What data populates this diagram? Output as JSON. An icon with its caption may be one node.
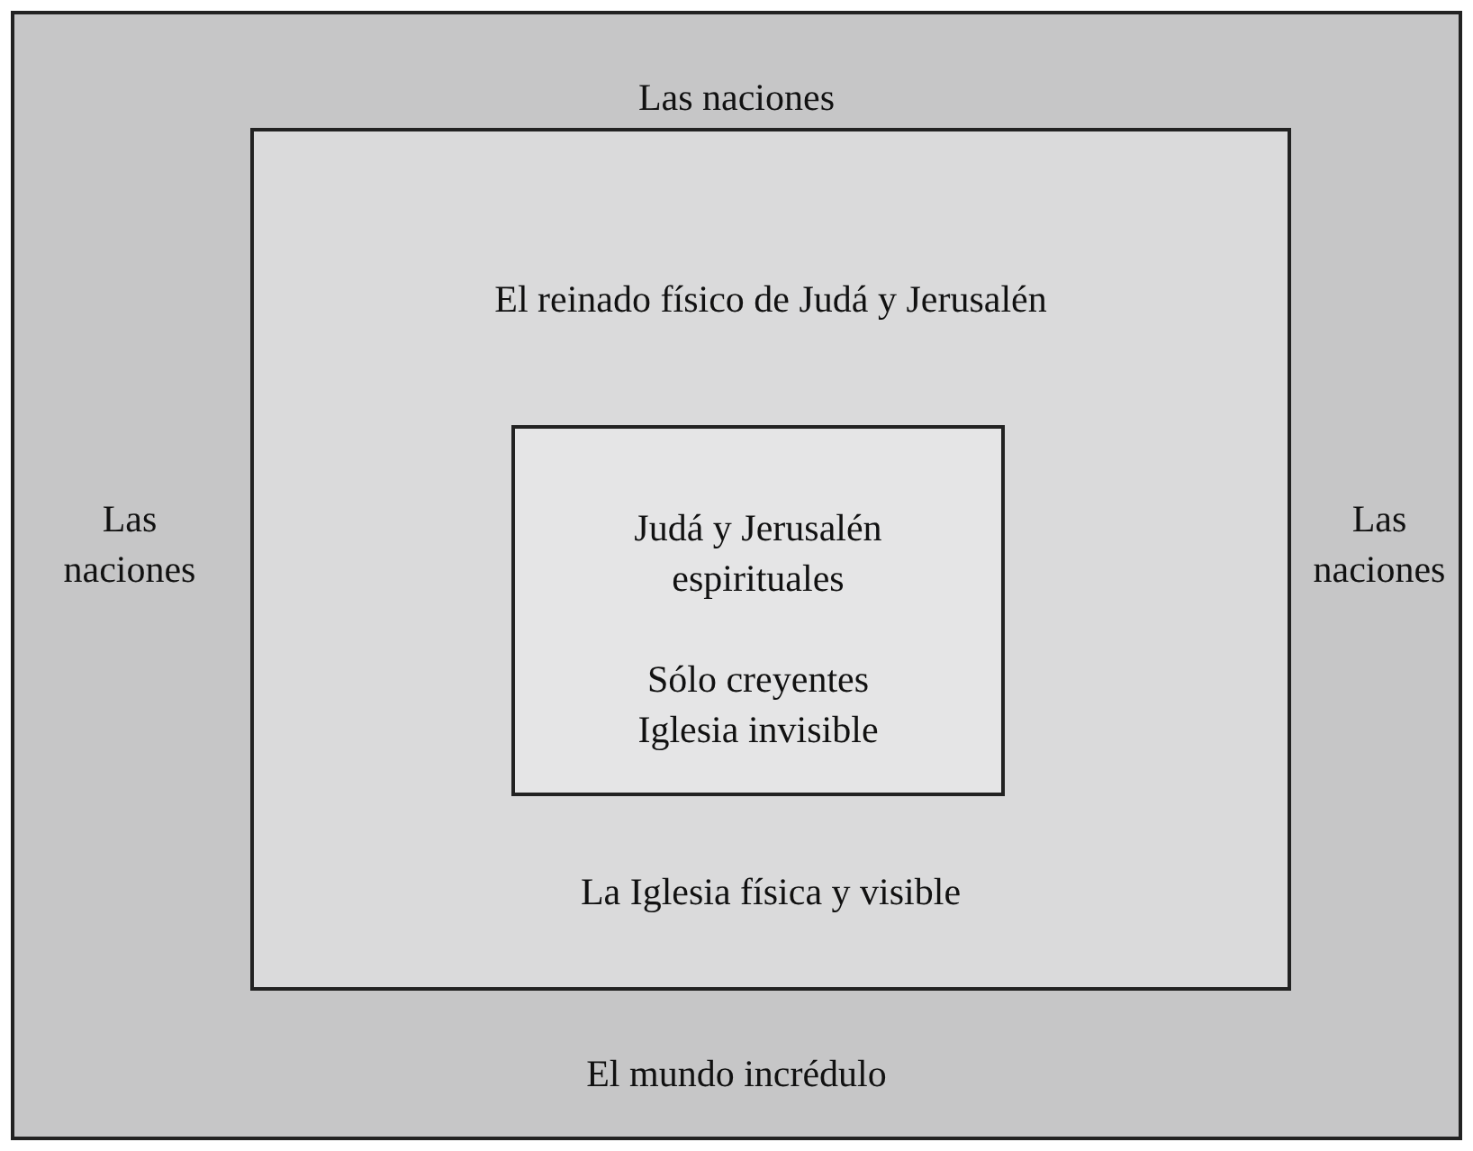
{
  "diagram": {
    "nodes": [
      {
        "text": [
          "Las naciones",
          "Las naciones",
          "Las naciones",
          "El mundo incrédulo"
        ]
      },
      {
        "text": [
          "El reinado físico de Judá y Jerusalén",
          "La Iglesia física y visible"
        ],
        "in": 0
      },
      {
        "text": [
          "Judá y Jerusalén espirituales",
          "Sólo creyentes Iglesia invisible"
        ],
        "in": 1
      }
    ],
    "edges": []
  }
}
